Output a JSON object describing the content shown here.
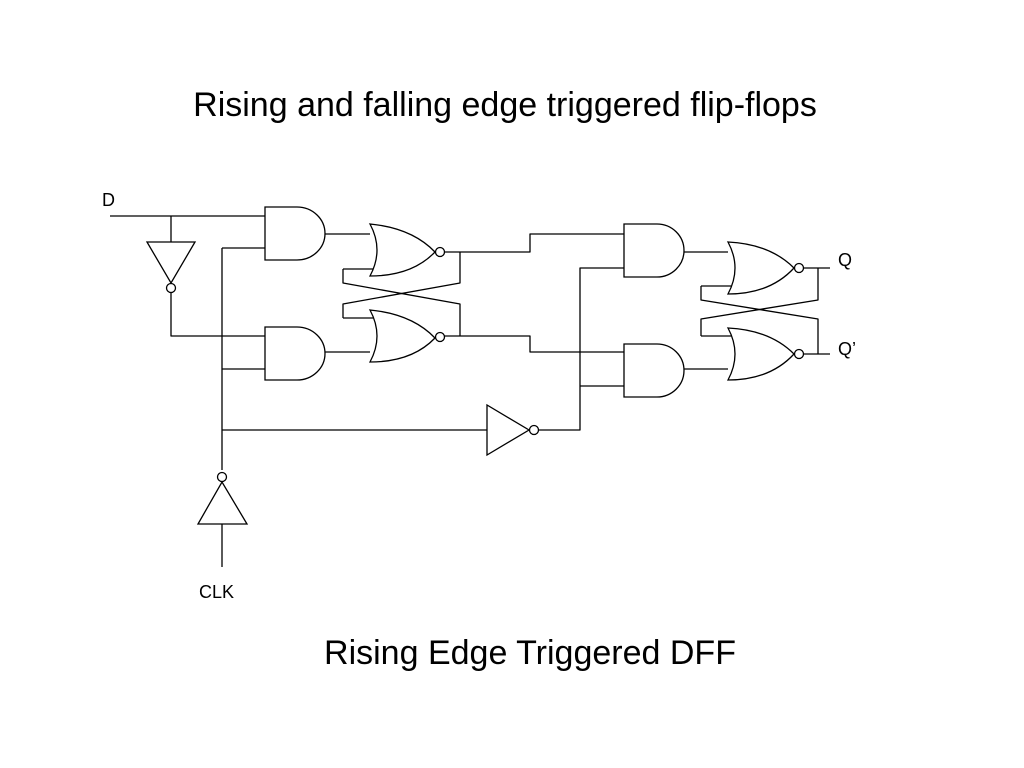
{
  "title": "Rising and falling edge triggered flip-flops",
  "labels": {
    "d": "D",
    "clk": "CLK",
    "q": "Q",
    "q_bar": "Q’"
  },
  "caption": "Rising Edge Triggered DFF"
}
